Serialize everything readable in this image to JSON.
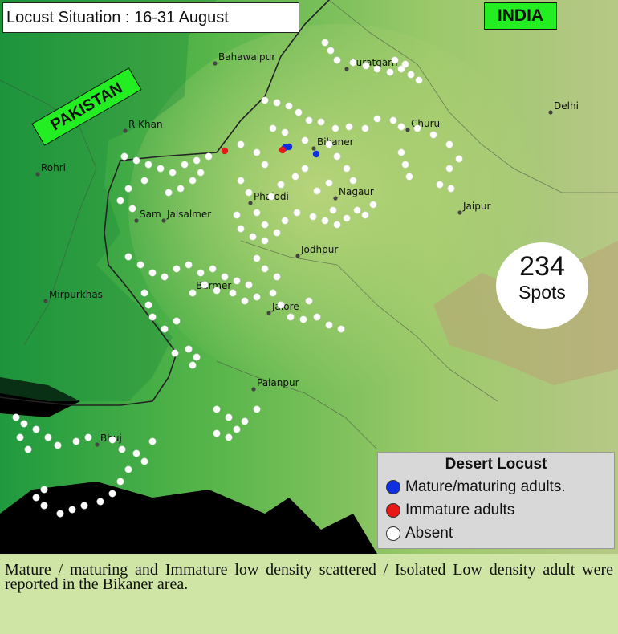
{
  "map": {
    "title": "Locust Situation : 16-31 August",
    "countries": [
      {
        "name": "INDIA"
      },
      {
        "name": "PAKISTAN"
      }
    ],
    "cities": [
      {
        "name": "Bahawalpur"
      },
      {
        "name": "Suratgarh"
      },
      {
        "name": "Delhi"
      },
      {
        "name": "R Khan"
      },
      {
        "name": "Churu"
      },
      {
        "name": "Bikaner"
      },
      {
        "name": "Rohri"
      },
      {
        "name": "Nagaur"
      },
      {
        "name": "Phalodi"
      },
      {
        "name": "Jaipur"
      },
      {
        "name": "Sam"
      },
      {
        "name": "Jaisalmer"
      },
      {
        "name": "Jodhpur"
      },
      {
        "name": "Barmer"
      },
      {
        "name": "Mirpurkhas"
      },
      {
        "name": "Jalore"
      },
      {
        "name": "Palanpur"
      },
      {
        "name": "Bhuj"
      }
    ],
    "count": {
      "value": "234",
      "unit": "Spots"
    },
    "colors": {
      "mature": "#1030e0",
      "immature": "#e81818",
      "absent": "#ffffff"
    }
  },
  "legend": {
    "title": "Desert Locust",
    "items": [
      {
        "label": "Mature/maturing adults.",
        "color": "#1030e0"
      },
      {
        "label": "Immature adults",
        "color": "#e81818"
      },
      {
        "label": "Absent",
        "color": "#ffffff"
      }
    ]
  },
  "caption": {
    "text": "Mature / maturing and Immature low density scattered / Isolated Low density adult were reported in the Bikaner area."
  }
}
